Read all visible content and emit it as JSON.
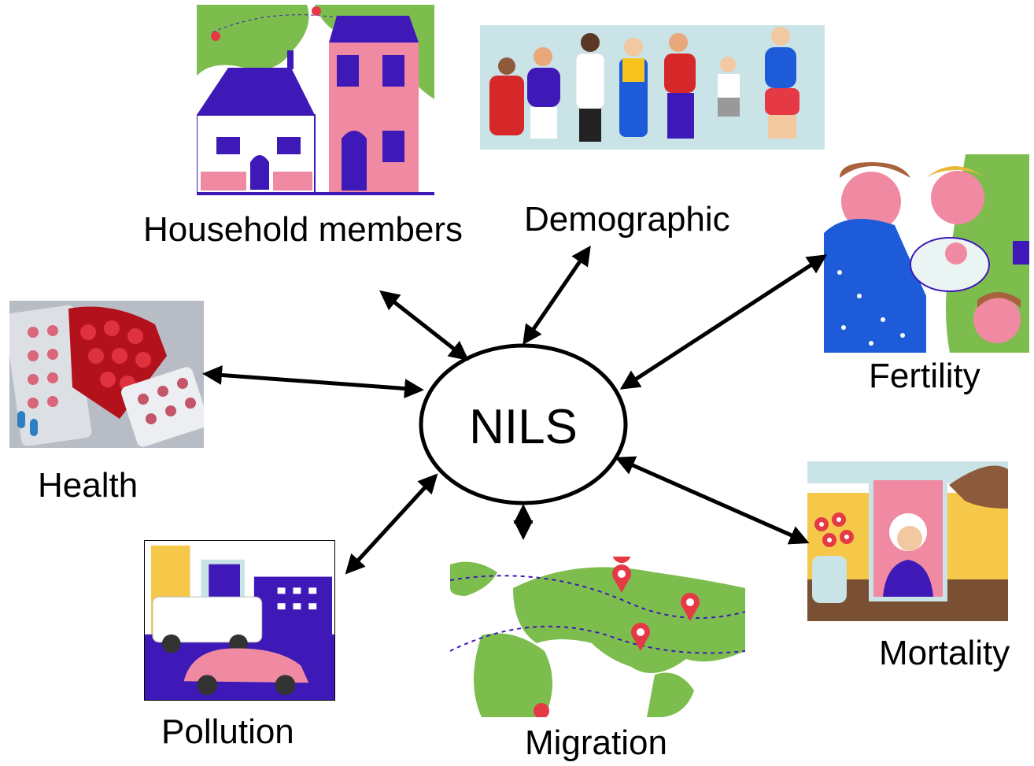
{
  "center": {
    "label": "NILS"
  },
  "nodes": {
    "household": {
      "label": "Household members",
      "icon": "houses-illustration"
    },
    "demographic": {
      "label": "Demographic",
      "icon": "people-group-illustration"
    },
    "fertility": {
      "label": "Fertility",
      "icon": "family-newborn-illustration"
    },
    "health": {
      "label": "Health",
      "icon": "pills-illustration"
    },
    "mortality": {
      "label": "Mortality",
      "icon": "memorial-portrait-illustration"
    },
    "pollution": {
      "label": "Pollution",
      "icon": "traffic-factory-illustration"
    },
    "migration": {
      "label": "Migration",
      "icon": "world-map-pins-illustration"
    }
  },
  "colors": {
    "green": "#7dbd4e",
    "pink": "#f08aa2",
    "purple": "#3e19b8",
    "light_blue": "#c9e3e6",
    "arrow": "#000000"
  }
}
